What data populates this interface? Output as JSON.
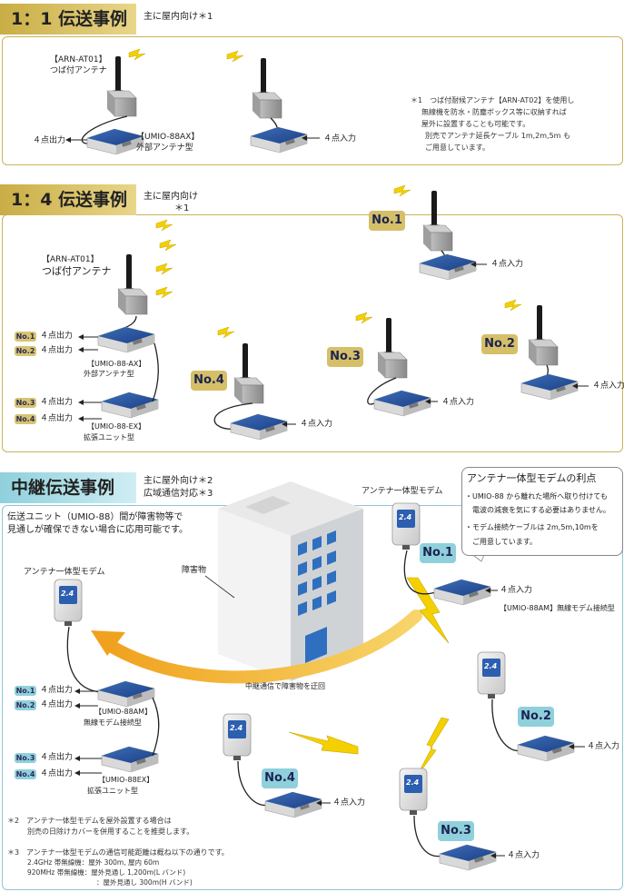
{
  "s1": {
    "title": "1：1 伝送事例",
    "subtitle": "主に屋内向け＊1",
    "left_model": "【ARN-AT01】",
    "left_model_name": "つば付アンテナ",
    "unit_model": "【UMIO-88AX】",
    "unit_model_name": "外部アンテナ型",
    "out_label": "４点出力",
    "in_label": "４点入力",
    "note_lines": [
      "＊1　つば付耐候アンテナ【ARN-AT02】を使用し",
      "無線機を防水・防塵ボックス等に収納すれば",
      "屋外に設置することも可能です。",
      "別売でアンテナ延長ケーブル 1m,2m,5m も",
      "ご用意しています。"
    ]
  },
  "s2": {
    "title": "1：4 伝送事例",
    "subtitle_1": "主に屋内向け",
    "subtitle_2": "＊1",
    "ant_model": "【ARN-AT01】",
    "ant_model_name": "つば付アンテナ",
    "outputs": [
      {
        "badge": "No.1",
        "label": "４点出力"
      },
      {
        "badge": "No.2",
        "label": "４点出力"
      },
      {
        "badge": "No.3",
        "label": "４点出力"
      },
      {
        "badge": "No.4",
        "label": "４点出力"
      }
    ],
    "unit1_model": "【UMIO-88-AX】",
    "unit1_name": "外部アンテナ型",
    "unit2_model": "【UMIO-88-EX】",
    "unit2_name": "拡張ユニット型",
    "remote": [
      {
        "badge": "No.1",
        "label": "４点入力"
      },
      {
        "badge": "No.2",
        "label": "４点入力"
      },
      {
        "badge": "No.3",
        "label": "４点入力"
      },
      {
        "badge": "No.4",
        "label": "４点入力"
      }
    ]
  },
  "s3": {
    "title": "中継伝送事例",
    "subtitle_1": "主に屋外向け＊2",
    "subtitle_2": "広域通信対応＊3",
    "desc_1": "伝送ユニット（UMIO-88）間が障害物等で",
    "desc_2": "見通しが確保できない場合に応用可能です。",
    "modem_label": "アンテナ一体型モデム",
    "modem_text": "2.4",
    "obstacle_label": "障害物",
    "relay_text": "中継通信で障害物を迂回",
    "callout_title": "アンテナ一体型モデムの利点",
    "callout_lines": [
      "・UMIO-88 から離れた場所へ取り付けても",
      "電波の減衰を気にする必要はありません。",
      "・モデム接続ケーブルは 2m,5m,10mを",
      "ご用意しています。"
    ],
    "outputs": [
      {
        "badge": "No.1",
        "label": "４点出力"
      },
      {
        "badge": "No.2",
        "label": "４点出力"
      },
      {
        "badge": "No.3",
        "label": "４点出力"
      },
      {
        "badge": "No.4",
        "label": "４点出力"
      }
    ],
    "unit1_model": "【UMIO-88AM】",
    "unit1_name": "無線モデム接続型",
    "unit2_model": "【UMIO-88EX】",
    "unit2_name": "拡張ユニット型",
    "no1_unit_label": "【UMIO-88AM】無線モデム接続型",
    "in_label": "４点入力",
    "remote_badges": [
      "No.1",
      "No.2",
      "No.3",
      "No.4"
    ],
    "note2_1": "＊2　アンテナ一体型モデムを屋外設置する場合は",
    "note2_2": "別売の日除けカバーを併用することを推奨します。",
    "note3_1": "＊3　アンテナ一体型モデムの通信可能距離は概ね以下の通りです。",
    "note3_2": "2.4GHz 帯無線機：屋外 300m, 屋内 60m",
    "note3_3": "920MHz 帯無線機：屋外見通し 1,200m(L バンド)",
    "note3_4": "：屋外見通し 300m(H バンド)"
  }
}
